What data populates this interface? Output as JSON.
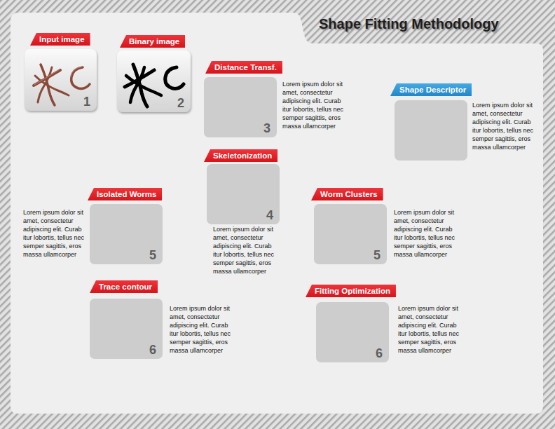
{
  "diagram": {
    "title": "Shape Fitting Methodology",
    "nodes": [
      {
        "text": [
          "Input image",
          "1"
        ]
      },
      {
        "text": [
          "Binary image",
          "2"
        ]
      },
      {
        "text": [
          "Distance Transf.",
          "3",
          "Lorem ipsum dolor sit amet, consectetur adipiscing elit. Curab itur lobortis, tellus nec semper sagittis, eros massa ullamcorper"
        ]
      },
      {
        "text": [
          "Shape Descriptor",
          "Lorem ipsum dolor sit amet, consectetur adipiscing elit. Curab itur lobortis, tellus nec semper sagittis, eros massa ullamcorper"
        ]
      },
      {
        "text": [
          "Skeletonization",
          "4",
          "Lorem ipsum dolor sit amet, consectetur adipiscing elit. Curab itur lobortis, tellus nec semper sagittis, eros massa ullamcorper"
        ]
      },
      {
        "text": [
          "Isolated Worms",
          "5",
          "Lorem ipsum dolor sit amet, consectetur adipiscing elit. Curab itur lobortis, tellus nec semper sagittis, eros massa ullamcorper"
        ]
      },
      {
        "text": [
          "Worm Clusters",
          "5",
          "Lorem ipsum dolor sit amet, consectetur adipiscing elit. Curab itur lobortis, tellus nec semper sagittis, eros massa ullamcorper"
        ]
      },
      {
        "text": [
          "Trace contour",
          "6",
          "Lorem ipsum dolor sit amet, consectetur adipiscing elit. Curab itur lobortis, tellus nec semper sagittis, eros massa ullamcorper"
        ]
      },
      {
        "text": [
          "Fitting Optimization",
          "6",
          "Lorem ipsum dolor sit amet, consectetur adipiscing elit. Curab itur lobortis, tellus nec semper sagittis, eros massa ullamcorper"
        ]
      }
    ]
  }
}
